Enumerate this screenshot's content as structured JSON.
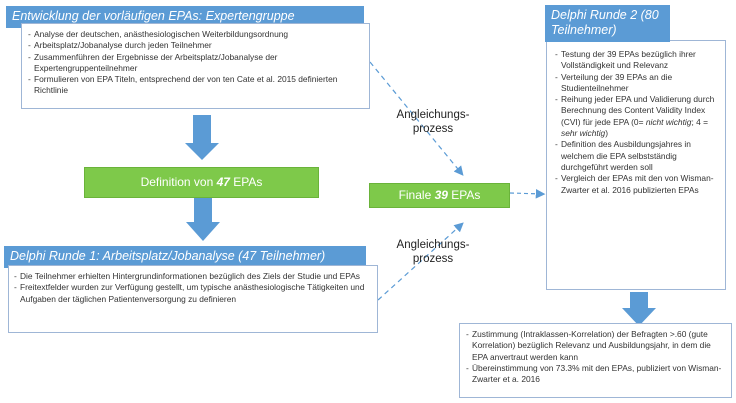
{
  "expertengruppe": {
    "title": "Entwicklung der vorläufigen EPAs: Expertengruppe",
    "items": [
      "Analyse der deutschen, anästhesiologischen Weiterbildungsordnung",
      "Arbeitsplatz/Jobanalyse durch jeden Teilnehmer",
      "Zusammenführen der Ergebnisse der Arbeitsplatz/Jobanalyse der Expertengruppenteilnehmer",
      "Formulieren von EPA Titeln, entsprechend der von ten Cate et al. 2015 definierten Richtlinie"
    ]
  },
  "definition": {
    "prefix": "Definition von ",
    "number": "47",
    "suffix": " EPAs"
  },
  "runde1": {
    "title": "Delphi Runde 1: Arbeitsplatz/Jobanalyse (47 Teilnehmer)",
    "items": [
      "Die Teilnehmer erhielten Hintergrundinformationen bezüglich des Ziels der Studie und EPAs",
      "Freitextfelder wurden zur Verfügung gestellt, um typische anästhesiologische Tätigkeiten und Aufgaben der täglichen Patientenversorgung zu definieren"
    ]
  },
  "finale": {
    "prefix": "Finale ",
    "number": "39",
    "suffix": " EPAs"
  },
  "angleichung_top": {
    "line1": "Angleichungs-",
    "line2": "prozess"
  },
  "angleichung_bottom": {
    "line1": "Angleichungs-",
    "line2": "prozess"
  },
  "runde2": {
    "title": "Delphi Runde 2 (80 Teilnehmer)",
    "items": [
      "Testung der 39 EPAs bezüglich ihrer Vollständigkeit und Relevanz",
      "Verteilung der 39 EPAs an die Studienteilnehmer",
      "Reihung jeder EPA und Validierung durch Berechnung des Content Validity Index (CVI) für jede EPA",
      "Definition des Ausbildungsjahres in welchem die EPA selbstständig durchgeführt werden soll",
      "Vergleich der EPAs mit den von Wisman-Zwarter et al. 2016 publizierten EPAs"
    ],
    "scale": {
      "open": "(0= ",
      "low": "nicht wichtig",
      "mid": "; 4 = ",
      "high": "sehr wichtig",
      "close": ")"
    }
  },
  "ergebnis": {
    "items": [
      "Zustimmung (Intraklassen-Korrelation) der Befragten >.60 (gute Korrelation) bezüglich Relevanz und Ausbildungsjahr, in dem die EPA anvertraut werden kann",
      "Übereinstimmung von 73.3% mit den EPAs, publiziert von Wisman-Zwarter et a. 2016"
    ]
  },
  "colors": {
    "header": "#5b9bd5",
    "green": "#7ec94a",
    "arrow": "#5b9bd5",
    "border": "#9fb6d6"
  }
}
